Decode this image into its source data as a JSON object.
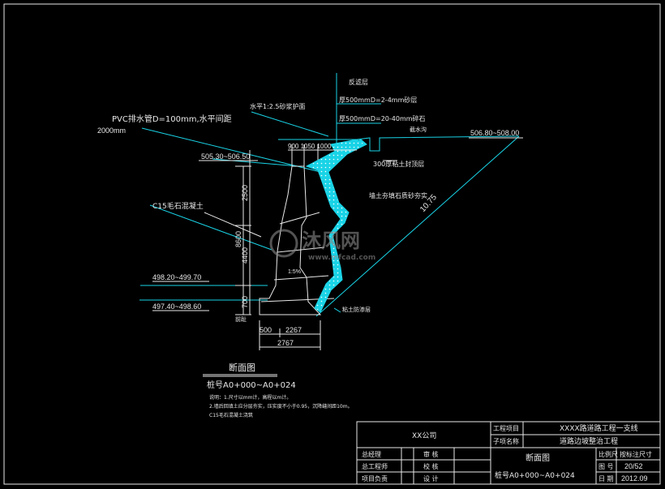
{
  "annotations": {
    "pvc_drain": "PVC排水管D=100mm,水平间距",
    "spacing": "2000mm",
    "mortar_protect": "水平1:2.5砂浆护面",
    "anti_filter": "反滤层",
    "layer1": "厚500mmD=2-4mm砂层",
    "layer2": "厚500mmD=20-40mm碎石",
    "drain_ditch": "截水沟",
    "clay_cap": "300厚粘土封顶层",
    "elev_top_right": "506.80~508.00",
    "elev_top_left": "505.30~506.50",
    "c15": "C15毛石混凝土",
    "backfill": "墙土夯填石质砂夯实",
    "slope_len": "10.75",
    "elev_mid_left": "498.20~499.70",
    "elev_bot_left": "497.40~498.60",
    "base_mark": "前趾",
    "toe_clay": "粘土防渗层",
    "dim_top": "900 1050  1000",
    "dim_2500": "2500",
    "dim_8600": "8600",
    "dim_4400": "4400",
    "dim_700": "700",
    "dim_500": "500",
    "dim_2267": "2267",
    "dim_2767": "2767",
    "ratio_mark": "1:5%",
    "section_title": "断面图",
    "station": "桩号A0+000~A0+024",
    "note1": "说明：1.尺寸以mm计，高程以m计。",
    "note2": "2.墙后回填土应分层夯实，压实度不小于0.95，沉降缝间距10m。",
    "note3": "C15毛石混凝土浇筑"
  },
  "watermark": {
    "logo": "沐风网",
    "url": "www.mfcad.com"
  },
  "title_block": {
    "company": "XX公司",
    "project_label": "工程项目",
    "project_name": "XXXX路道路工程一支线",
    "sub_label": "子项名称",
    "sub_name": "道路边坡整治工程",
    "drawing_name": "断面图",
    "drawing_station": "桩号A0+000~A0+024",
    "scale_label": "比例尺",
    "scale_value": "按标注尺寸",
    "drawing_no_label": "图 号",
    "drawing_no": "20/52",
    "date_label": "日 期",
    "date_value": "2012.09",
    "rows": [
      {
        "role": "总经理",
        "check": "审 核"
      },
      {
        "role": "总工程师",
        "check": "校 核"
      },
      {
        "role": "项目负责",
        "check": "设 计"
      }
    ]
  },
  "colors": {
    "background": "#000000",
    "linework": "#e8e8e8",
    "accent_cyan": "#19d3e6"
  }
}
